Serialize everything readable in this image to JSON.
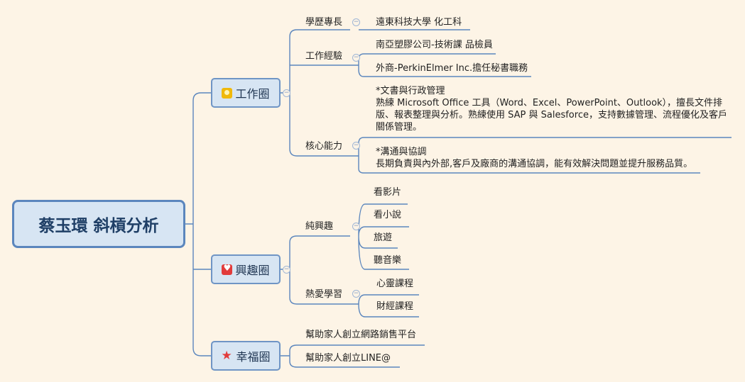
{
  "root": {
    "title": "蔡玉環 斜槓分析"
  },
  "work": {
    "label": "工作圈",
    "edu": {
      "label": "學歷專長",
      "item": "遠東科技大學 化工科"
    },
    "exp": {
      "label": "工作經驗",
      "items": [
        "南亞塑膠公司-技術課 品檢員",
        "外商-PerkinElmer Inc.擔任秘書職務"
      ]
    },
    "core": {
      "label": "核心能力",
      "admin": {
        "title": "*文書與行政管理",
        "body": "熟練 Microsoft Office 工具（Word、Excel、PowerPoint、Outlook），擅長文件排版、報表整理與分析。熟練使用 SAP 與 Salesforce，支持數據管理、流程優化及客戶關係管理。"
      },
      "comm": {
        "title": "*溝通與協調",
        "body": "長期負責與內外部,客戶及廠商的溝通協調，能有效解決問題並提升服務品質。"
      }
    }
  },
  "hobby": {
    "label": "興趣圈",
    "pure": {
      "label": "純興趣",
      "items": [
        "看影片",
        "看小說",
        "旅遊",
        "聽音樂"
      ]
    },
    "learn": {
      "label": "熱愛學習",
      "items": [
        "心靈課程",
        "財經課程"
      ]
    }
  },
  "happy": {
    "label": "幸福圈",
    "items": [
      "幫助家人創立網路銷售平台",
      "幫助家人創立LINE@"
    ]
  },
  "colors": {
    "line": "#5b86bd",
    "node_fill": "#d7e5f3",
    "background": "#fdf4e6"
  }
}
